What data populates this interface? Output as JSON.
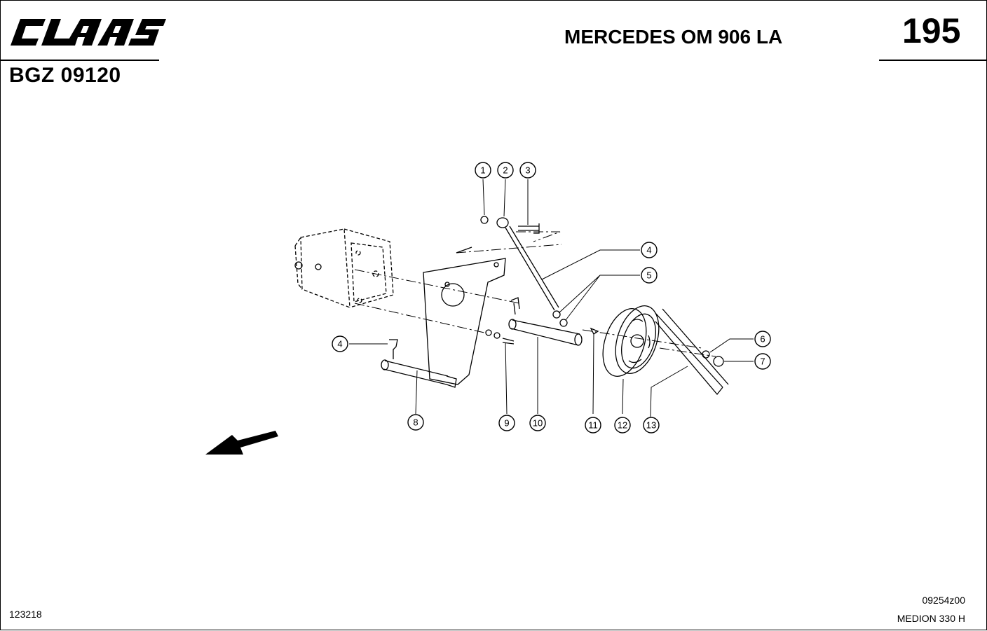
{
  "header": {
    "brand": "CLAAS",
    "doc_code": "BGZ 09120",
    "engine": "MERCEDES OM 906 LA",
    "page_number": "195"
  },
  "callouts": [
    {
      "id": "c1",
      "label": "1"
    },
    {
      "id": "c2",
      "label": "2"
    },
    {
      "id": "c3",
      "label": "3"
    },
    {
      "id": "c4a",
      "label": "4"
    },
    {
      "id": "c5",
      "label": "5"
    },
    {
      "id": "c4b",
      "label": "4"
    },
    {
      "id": "c6",
      "label": "6"
    },
    {
      "id": "c7",
      "label": "7"
    },
    {
      "id": "c8",
      "label": "8"
    },
    {
      "id": "c9",
      "label": "9"
    },
    {
      "id": "c10",
      "label": "10"
    },
    {
      "id": "c11",
      "label": "11"
    },
    {
      "id": "c12",
      "label": "12"
    },
    {
      "id": "c13",
      "label": "13"
    }
  ],
  "footer": {
    "left_code": "123218",
    "drawing_code": "09254z00",
    "model": "MEDION 330 H"
  }
}
